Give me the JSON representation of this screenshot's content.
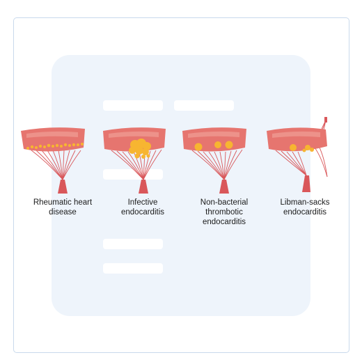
{
  "colors": {
    "card_border": "#c9d9ec",
    "background_panel": "#eef4fb",
    "tissue_fill": "#e6756f",
    "tissue_highlight": "#f2a59c",
    "chordae": "#d9575a",
    "vegetation": "#f7b531"
  },
  "panels": [
    {
      "label": "Rheumatic heart\ndisease"
    },
    {
      "label": "Infective\nendocarditis"
    },
    {
      "label": "Non-bacterial\nthrombotic\nendocarditis"
    },
    {
      "label": "Libman-sacks\nendocarditis"
    }
  ]
}
